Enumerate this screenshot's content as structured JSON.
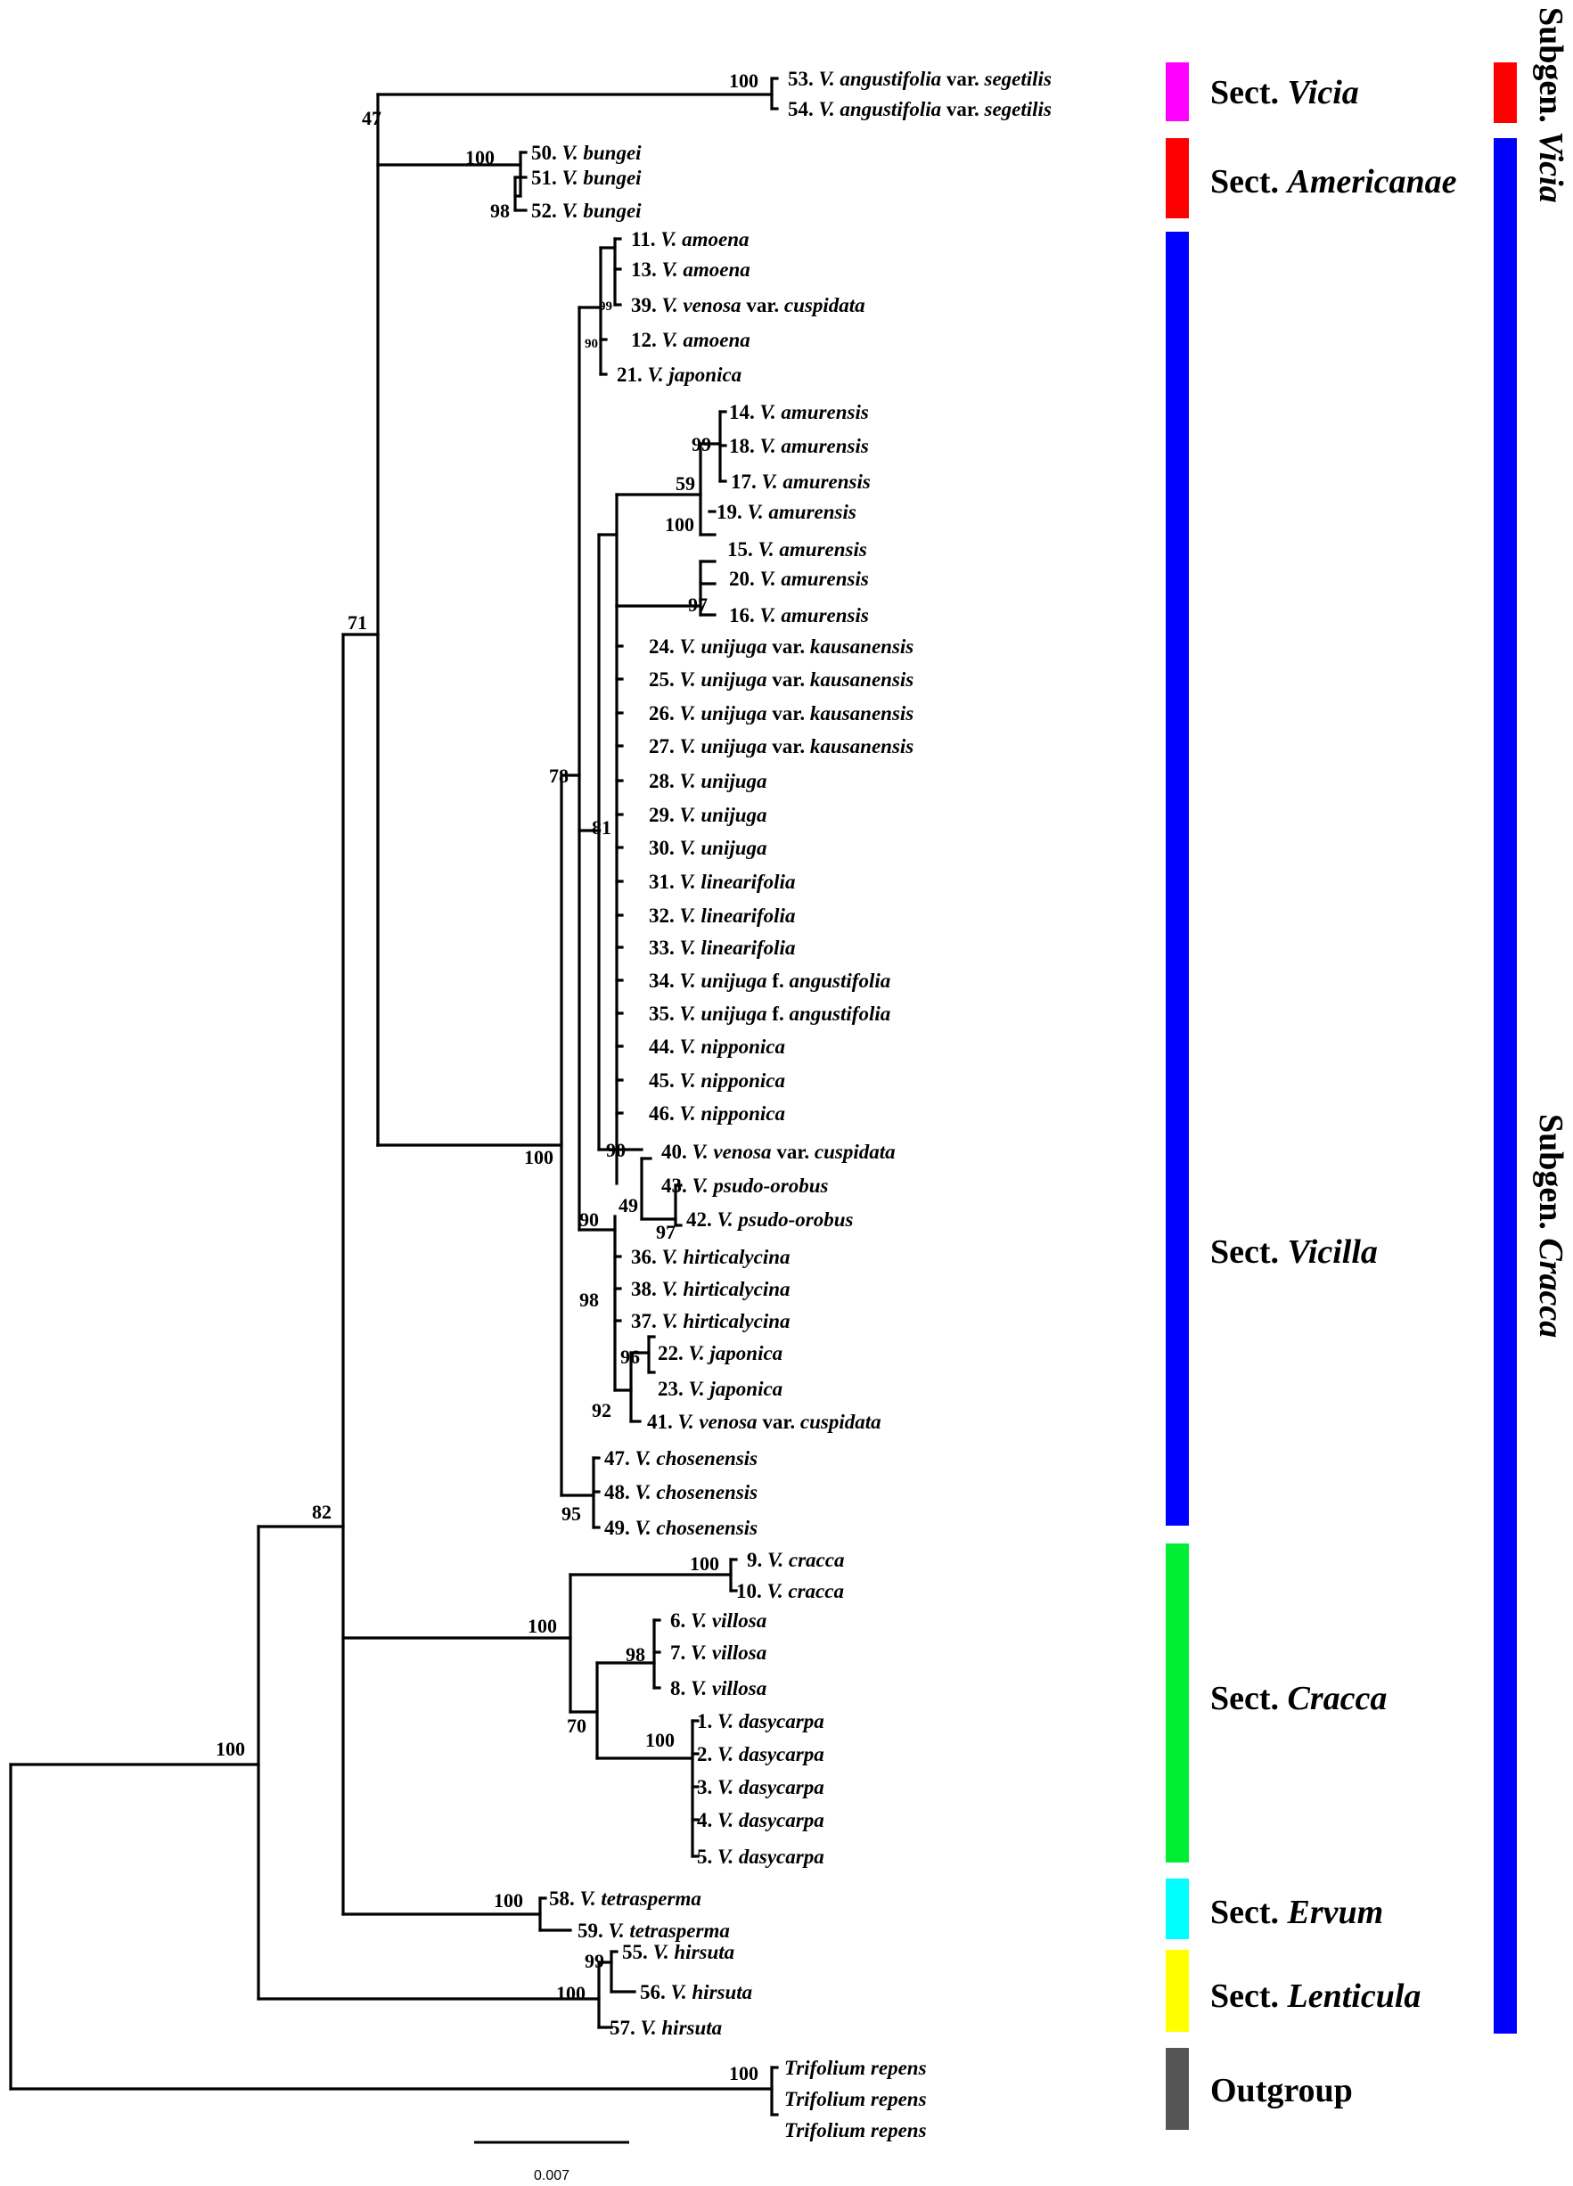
{
  "tips": [
    {
      "id": "t53",
      "num": "53.",
      "genus": "V.",
      "epithet": "angustifolia",
      "rank": "var.",
      "infra": "segetilis"
    },
    {
      "id": "t54",
      "num": "54.",
      "genus": "V.",
      "epithet": "angustifolia",
      "rank": "var.",
      "infra": "segetilis"
    },
    {
      "id": "t50",
      "num": "50.",
      "genus": "V.",
      "epithet": "bungei"
    },
    {
      "id": "t51",
      "num": "51.",
      "genus": "V.",
      "epithet": "bungei"
    },
    {
      "id": "t52",
      "num": "52.",
      "genus": "V.",
      "epithet": "bungei"
    },
    {
      "id": "t11",
      "num": "11.",
      "genus": "V.",
      "epithet": "amoena"
    },
    {
      "id": "t13",
      "num": "13.",
      "genus": "V.",
      "epithet": "amoena"
    },
    {
      "id": "t39",
      "num": "39.",
      "genus": "V.",
      "epithet": "venosa",
      "rank": "var.",
      "infra": "cuspidata"
    },
    {
      "id": "t12",
      "num": "12.",
      "genus": "V.",
      "epithet": "amoena"
    },
    {
      "id": "t21",
      "num": "21.",
      "genus": "V.",
      "epithet": "japonica"
    },
    {
      "id": "t14",
      "num": "14.",
      "genus": "V.",
      "epithet": "amurensis"
    },
    {
      "id": "t18",
      "num": "18.",
      "genus": "V.",
      "epithet": "amurensis"
    },
    {
      "id": "t17",
      "num": "17.",
      "genus": "V.",
      "epithet": "amurensis"
    },
    {
      "id": "t19",
      "num": "19.",
      "genus": "V.",
      "epithet": "amurensis"
    },
    {
      "id": "t15",
      "num": "15.",
      "genus": "V.",
      "epithet": "amurensis"
    },
    {
      "id": "t20",
      "num": "20.",
      "genus": "V.",
      "epithet": "amurensis"
    },
    {
      "id": "t16",
      "num": "16.",
      "genus": "V.",
      "epithet": "amurensis"
    },
    {
      "id": "t24",
      "num": "24.",
      "genus": "V.",
      "epithet": "unijuga",
      "rank": "var.",
      "infra": "kausanensis"
    },
    {
      "id": "t25",
      "num": "25.",
      "genus": "V.",
      "epithet": "unijuga",
      "rank": "var.",
      "infra": "kausanensis"
    },
    {
      "id": "t26",
      "num": "26.",
      "genus": "V.",
      "epithet": "unijuga",
      "rank": "var.",
      "infra": "kausanensis"
    },
    {
      "id": "t27",
      "num": "27.",
      "genus": "V.",
      "epithet": "unijuga",
      "rank": "var.",
      "infra": "kausanensis"
    },
    {
      "id": "t28",
      "num": "28.",
      "genus": "V.",
      "epithet": "unijuga"
    },
    {
      "id": "t29",
      "num": "29.",
      "genus": "V.",
      "epithet": "unijuga"
    },
    {
      "id": "t30",
      "num": "30.",
      "genus": "V.",
      "epithet": "unijuga"
    },
    {
      "id": "t31",
      "num": "31.",
      "genus": "V.",
      "epithet": "linearifolia"
    },
    {
      "id": "t32",
      "num": "32.",
      "genus": "V.",
      "epithet": "linearifolia"
    },
    {
      "id": "t33",
      "num": "33.",
      "genus": "V.",
      "epithet": "linearifolia"
    },
    {
      "id": "t34",
      "num": "34.",
      "genus": "V.",
      "epithet": "unijuga",
      "rank": "f.",
      "infra": "angustifolia"
    },
    {
      "id": "t35",
      "num": "35.",
      "genus": "V.",
      "epithet": "unijuga",
      "rank": "f.",
      "infra": "angustifolia"
    },
    {
      "id": "t44",
      "num": "44.",
      "genus": "V.",
      "epithet": "nipponica"
    },
    {
      "id": "t45",
      "num": "45.",
      "genus": "V.",
      "epithet": "nipponica"
    },
    {
      "id": "t46",
      "num": "46.",
      "genus": "V.",
      "epithet": "nipponica"
    },
    {
      "id": "t40",
      "num": "40.",
      "genus": "V.",
      "epithet": "venosa",
      "rank": "var.",
      "infra": "cuspidata"
    },
    {
      "id": "t43",
      "num": "43.",
      "genus": "V.",
      "epithet": "psudo-orobus"
    },
    {
      "id": "t42",
      "num": "42.",
      "genus": "V.",
      "epithet": "psudo-orobus"
    },
    {
      "id": "t36",
      "num": "36.",
      "genus": "V.",
      "epithet": "hirticalycina"
    },
    {
      "id": "t38",
      "num": "38.",
      "genus": "V.",
      "epithet": "hirticalycina"
    },
    {
      "id": "t37",
      "num": "37.",
      "genus": "V.",
      "epithet": "hirticalycina"
    },
    {
      "id": "t22",
      "num": "22.",
      "genus": "V.",
      "epithet": "japonica"
    },
    {
      "id": "t23",
      "num": "23.",
      "genus": "V.",
      "epithet": "japonica"
    },
    {
      "id": "t41",
      "num": "41.",
      "genus": "V.",
      "epithet": "venosa",
      "rank": "var.",
      "infra": "cuspidata"
    },
    {
      "id": "t47",
      "num": "47.",
      "genus": "V.",
      "epithet": "chosenensis"
    },
    {
      "id": "t48",
      "num": "48.",
      "genus": "V.",
      "epithet": "chosenensis"
    },
    {
      "id": "t49",
      "num": "49.",
      "genus": "V.",
      "epithet": "chosenensis"
    },
    {
      "id": "t9",
      "num": "9.",
      "genus": "V.",
      "epithet": "cracca"
    },
    {
      "id": "t10",
      "num": "10.",
      "genus": "V.",
      "epithet": "cracca"
    },
    {
      "id": "t6",
      "num": "6.",
      "genus": "V.",
      "epithet": "villosa"
    },
    {
      "id": "t7",
      "num": "7.",
      "genus": "V.",
      "epithet": "villosa"
    },
    {
      "id": "t8",
      "num": "8.",
      "genus": "V.",
      "epithet": "villosa"
    },
    {
      "id": "t1",
      "num": "1.",
      "genus": "V.",
      "epithet": "dasycarpa"
    },
    {
      "id": "t2",
      "num": "2.",
      "genus": "V.",
      "epithet": "dasycarpa"
    },
    {
      "id": "t3",
      "num": "3.",
      "genus": "V.",
      "epithet": "dasycarpa"
    },
    {
      "id": "t4",
      "num": "4.",
      "genus": "V.",
      "epithet": "dasycarpa"
    },
    {
      "id": "t5",
      "num": "5.",
      "genus": "V.",
      "epithet": "dasycarpa"
    },
    {
      "id": "t58",
      "num": "58.",
      "genus": "V.",
      "epithet": "tetrasperma"
    },
    {
      "id": "t59",
      "num": "59.",
      "genus": "V.",
      "epithet": "tetrasperma"
    },
    {
      "id": "t55",
      "num": "55.",
      "genus": "V.",
      "epithet": "hirsuta"
    },
    {
      "id": "t56",
      "num": "56.",
      "genus": "V.",
      "epithet": "hirsuta"
    },
    {
      "id": "t57",
      "num": "57.",
      "genus": "V.",
      "epithet": "hirsuta"
    },
    {
      "id": "tr1",
      "num": "",
      "genus": "Trifolium",
      "epithet": "repens"
    },
    {
      "id": "tr2",
      "num": "",
      "genus": "Trifolium",
      "epithet": "repens"
    },
    {
      "id": "tr3",
      "num": "",
      "genus": "Trifolium",
      "epithet": "repens"
    }
  ],
  "supports": [
    {
      "id": "s_root",
      "value": "100"
    },
    {
      "id": "s_ingroup",
      "value": "82"
    },
    {
      "id": "s_71",
      "value": "71"
    },
    {
      "id": "s_47",
      "value": "47"
    },
    {
      "id": "s_vicia",
      "value": "100"
    },
    {
      "id": "s_bungei",
      "value": "100"
    },
    {
      "id": "s_bungei_inner",
      "value": "98"
    },
    {
      "id": "s_vicilla_crown",
      "value": "100"
    },
    {
      "id": "s_78",
      "value": "78"
    },
    {
      "id": "s_90_amoena",
      "value": "90"
    },
    {
      "id": "s_99_amoena",
      "value": "99"
    },
    {
      "id": "s_81",
      "value": "81"
    },
    {
      "id": "s_amur",
      "value": "100"
    },
    {
      "id": "s_59",
      "value": "59"
    },
    {
      "id": "s_99_amur",
      "value": "99"
    },
    {
      "id": "s_97_amur",
      "value": "97"
    },
    {
      "id": "s_90_nip",
      "value": "90"
    },
    {
      "id": "s_49",
      "value": "49"
    },
    {
      "id": "s_97_pso",
      "value": "97"
    },
    {
      "id": "s_90_hirt",
      "value": "90"
    },
    {
      "id": "s_98_hirt",
      "value": "98"
    },
    {
      "id": "s_92",
      "value": "92"
    },
    {
      "id": "s_96",
      "value": "96"
    },
    {
      "id": "s_95",
      "value": "95"
    },
    {
      "id": "s_cracca_sect",
      "value": "100"
    },
    {
      "id": "s_cracca",
      "value": "100"
    },
    {
      "id": "s_70",
      "value": "70"
    },
    {
      "id": "s_98_vill",
      "value": "98"
    },
    {
      "id": "s_dasy",
      "value": "100"
    },
    {
      "id": "s_tetra",
      "value": "100"
    },
    {
      "id": "s_hirs",
      "value": "100"
    },
    {
      "id": "s_99_hirs",
      "value": "99"
    },
    {
      "id": "s_trif",
      "value": "100"
    }
  ],
  "sections": [
    {
      "id": "sec_vicia",
      "prefix": "Sect.",
      "name": "Vicia",
      "color": "#ff00ff"
    },
    {
      "id": "sec_americanae",
      "prefix": "Sect.",
      "name": "Americanae",
      "color": "#ff0000"
    },
    {
      "id": "sec_vicilla",
      "prefix": "Sect.",
      "name": "Vicilla",
      "color": "#0000ff"
    },
    {
      "id": "sec_cracca",
      "prefix": "Sect.",
      "name": "Cracca",
      "color": "#00ee33"
    },
    {
      "id": "sec_ervum",
      "prefix": "Sect.",
      "name": "Ervum",
      "color": "#00ffff"
    },
    {
      "id": "sec_lenticula",
      "prefix": "Sect.",
      "name": "Lenticula",
      "color": "#ffff00"
    },
    {
      "id": "sec_outgroup",
      "prefix": "",
      "name": "Outgroup",
      "color": "#555555"
    }
  ],
  "subgenera": [
    {
      "id": "sg_vicia",
      "prefix": "Subgen.",
      "name": "Vicia",
      "color": "#ff0000"
    },
    {
      "id": "sg_cracca",
      "prefix": "Subgen.",
      "name": "Cracca",
      "color": "#0000ff"
    }
  ],
  "scale_bar": {
    "label": "0.007"
  }
}
